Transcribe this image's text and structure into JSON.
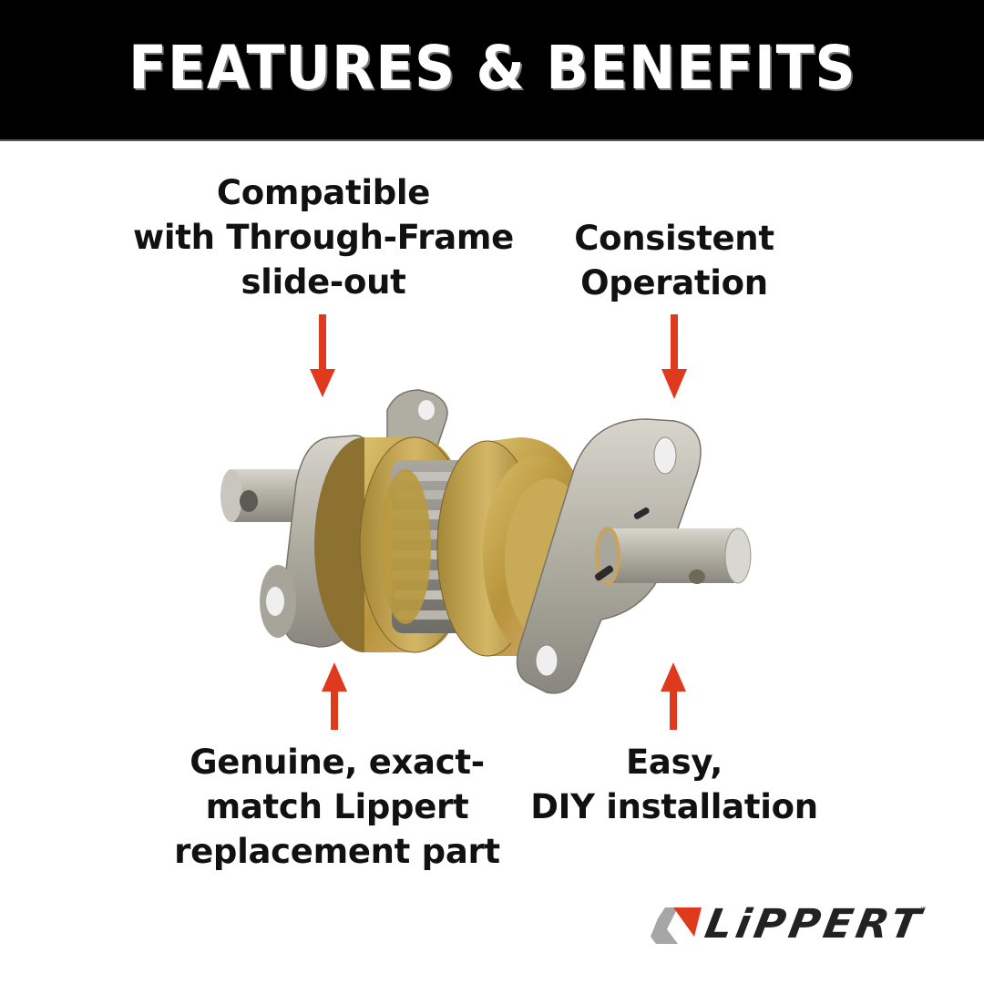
{
  "header": {
    "title": "FEATURES & BENEFITS",
    "background": "#000000",
    "text_color": "#ffffff"
  },
  "callouts": [
    {
      "id": "compatible",
      "lines": [
        "Compatible",
        "with Through-Frame",
        "slide-out"
      ],
      "arrow": "down"
    },
    {
      "id": "consistent",
      "lines": [
        "Consistent",
        "Operation"
      ],
      "arrow": "down"
    },
    {
      "id": "genuine",
      "lines": [
        "Genuine, exact-",
        "match Lippert",
        "replacement part"
      ],
      "arrow": "up"
    },
    {
      "id": "easy",
      "lines": [
        "Easy,",
        "DIY installation"
      ],
      "arrow": "up"
    }
  ],
  "arrow_color": "#e03a1e",
  "product": {
    "icon": "slide-out-gear-assembly-icon",
    "colors": {
      "steel": "#b5b2a8",
      "zinc_gold": "#c9a84a",
      "teeth": "#8f8d86"
    }
  },
  "logo": {
    "text": "LiPPERT",
    "trademark": "™",
    "colors": {
      "red": "#e03a1e",
      "gray": "#a6a6a6",
      "text": "#222222"
    }
  }
}
